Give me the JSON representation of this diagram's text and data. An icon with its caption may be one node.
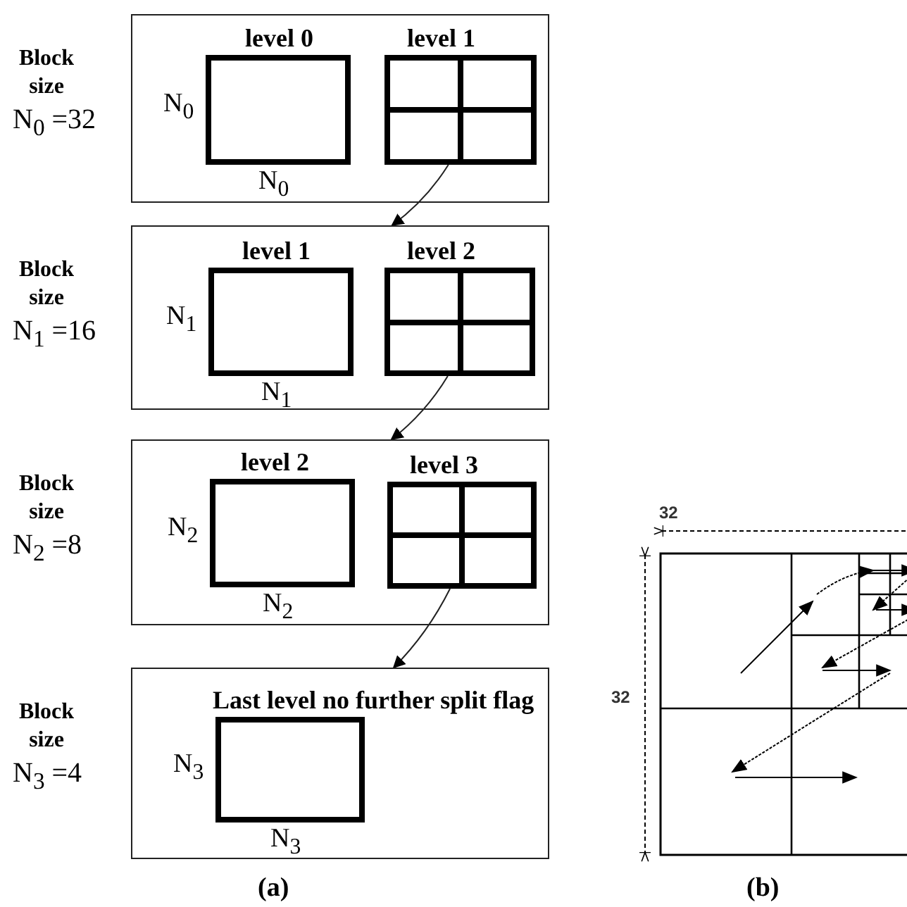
{
  "diagram": {
    "nodes": [
      {
        "text": [],
        "shape": "box",
        "beside": [
          "Block size",
          "N$_{0}$ =32"
        ]
      },
      {
        "text": [
          "level 0"
        ],
        "in": 0,
        "beside": [
          "N$_{0}$",
          "N$_{0}$"
        ]
      },
      {
        "text": [
          "level 1"
        ],
        "in": 0
      },
      {
        "text": [],
        "shape": "box",
        "beside": [
          "Block size",
          "N$_{1}$ =16"
        ]
      },
      {
        "text": [
          "level 1"
        ],
        "in": 3,
        "beside": [
          "N$_{1}$",
          "N$_{1}$"
        ]
      },
      {
        "text": [
          "level 2"
        ],
        "in": 3
      },
      {
        "text": [],
        "shape": "box",
        "beside": [
          "Block size",
          "N$_{2}$ =8"
        ]
      },
      {
        "text": [
          "level 2"
        ],
        "in": 6,
        "beside": [
          "N$_{2}$",
          "N$_{2}$"
        ]
      },
      {
        "text": [
          "level 3"
        ],
        "in": 6
      },
      {
        "text": [],
        "shape": "box",
        "beside": [
          "Block size",
          "N$_{3}$ =4"
        ]
      },
      {
        "text": [
          "Last level no further split flag"
        ],
        "in": 9,
        "beside": [
          "N$_{3}$",
          "N$_{3}$"
        ]
      }
    ],
    "edges": [
      {
        "from": 2,
        "to": 3,
        "arrow": "to"
      },
      {
        "from": 5,
        "to": 6,
        "arrow": "to"
      },
      {
        "from": 8,
        "to": 9,
        "arrow": "to"
      }
    ],
    "labels": [
      "32",
      "32",
      "(a)",
      "(b)"
    ]
  }
}
